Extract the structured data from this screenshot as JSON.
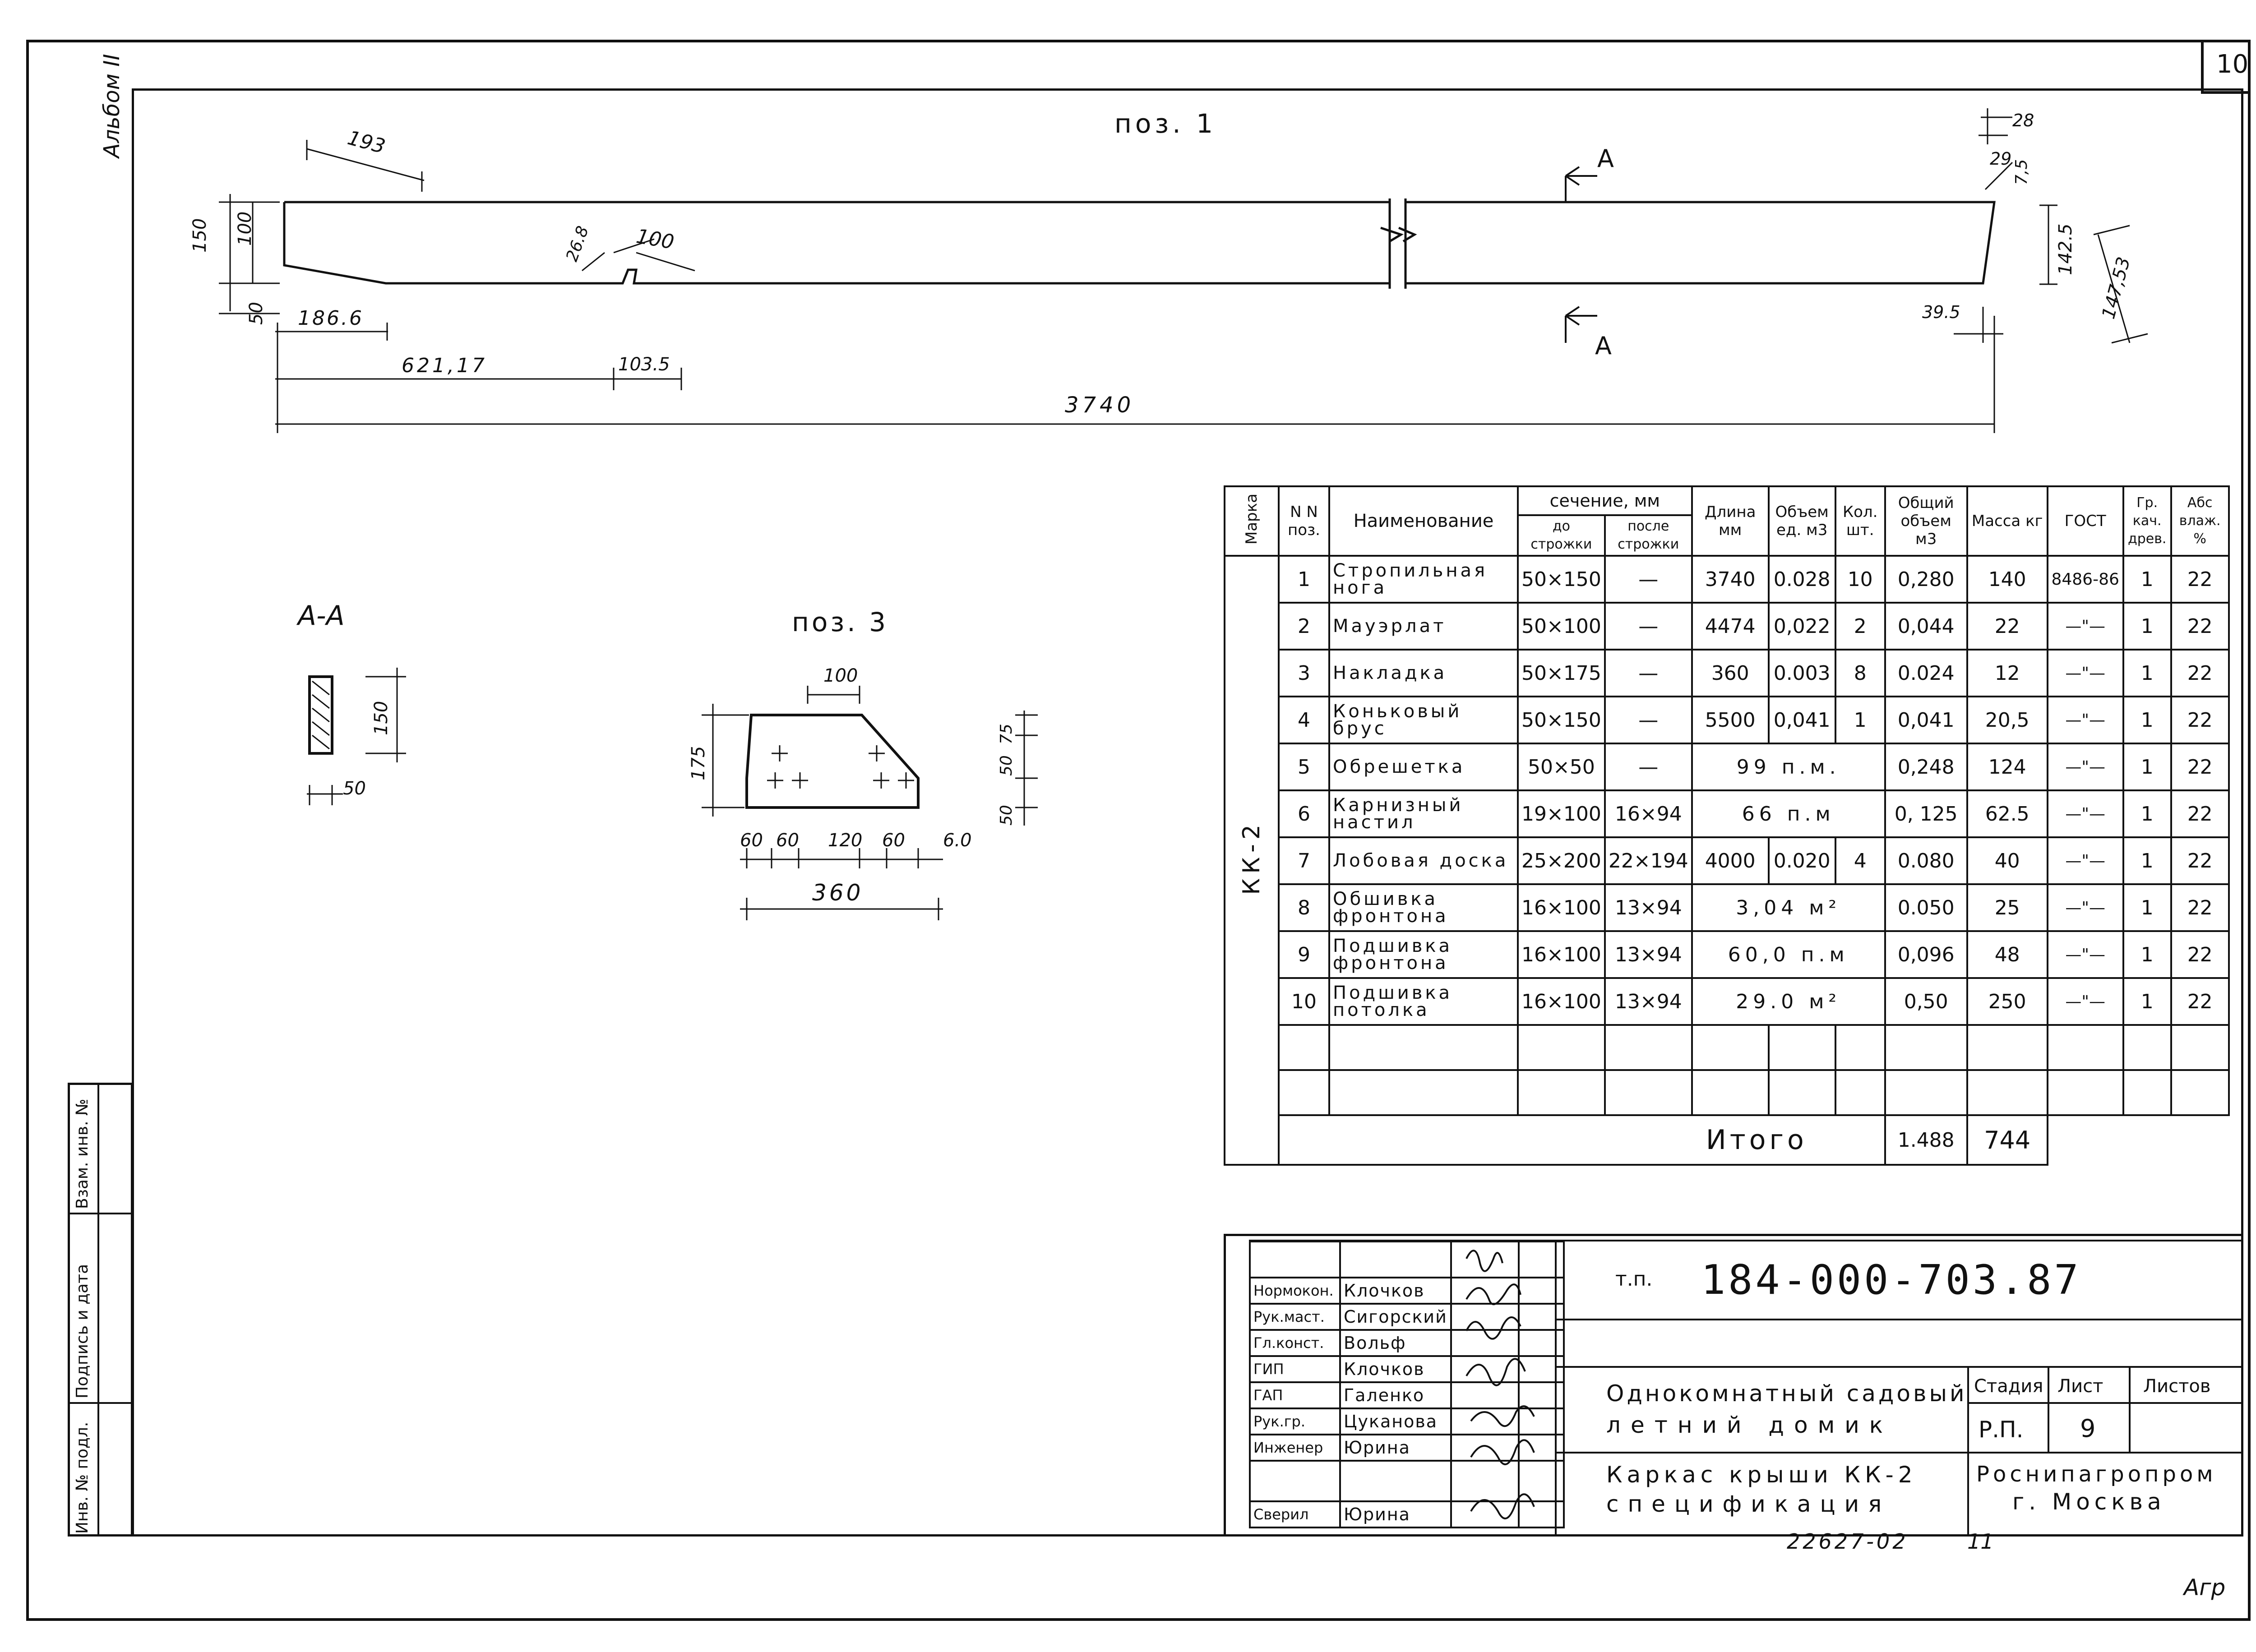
{
  "sheet_number": "10",
  "album_label": "Альбом II",
  "drawing": {
    "pos1_title": "поз. 1",
    "dims_pos1": {
      "d193": "193",
      "d150": "150",
      "d100": "100",
      "d50": "50",
      "d26_8": "26.8",
      "d100b": "100",
      "d186_6": "186.6",
      "d621": "621,17",
      "d103_5": "103.5",
      "d3740": "3740",
      "d28": "28",
      "d29": "29",
      "d7_5": "7,5",
      "d142_5": "142.5",
      "d147_53": "147,53",
      "d39_5": "39.5"
    },
    "section_marker": "А",
    "section_title": "А-А",
    "section_dims": {
      "h": "150",
      "w": "50"
    },
    "pos3_title": "поз. 3",
    "pos3_dims": {
      "top": "100",
      "height": "175",
      "r75": "75",
      "r50": "50",
      "r50b": "50",
      "b60a": "60",
      "b60b": "60",
      "b120": "120",
      "b60c": "60",
      "b60d": "6.0",
      "total": "360"
    }
  },
  "spec_table": {
    "headers": {
      "marka": "Марка",
      "pos": "N N поз.",
      "name": "Наименование",
      "section": "сечение, мм",
      "before": "до строжки",
      "after": "после строжки",
      "length": "Длина мм",
      "vol_unit": "Объем ед. м3",
      "qty": "Кол. шт.",
      "vol_total": "Общий объем м3",
      "mass": "Масса кг",
      "gost": "ГОСТ",
      "grade": "Гр. кач. древ.",
      "moist": "Абс влаж. %"
    },
    "marka_value": "КК-2",
    "rows": [
      {
        "pos": "1",
        "name": "Стропильная нога",
        "before": "50×150",
        "after": "—",
        "length": "3740",
        "vol": "0.028",
        "qty": "10",
        "total": "0,280",
        "mass": "140",
        "gost": "8486-86",
        "grade": "1",
        "moist": "22"
      },
      {
        "pos": "2",
        "name": "Мауэрлат",
        "before": "50×100",
        "after": "—",
        "length": "4474",
        "vol": "0,022",
        "qty": "2",
        "total": "0,044",
        "mass": "22",
        "gost": "—\"—",
        "grade": "1",
        "moist": "22"
      },
      {
        "pos": "3",
        "name": "Накладка",
        "before": "50×175",
        "after": "—",
        "length": "360",
        "vol": "0.003",
        "qty": "8",
        "total": "0.024",
        "mass": "12",
        "gost": "—\"—",
        "grade": "1",
        "moist": "22"
      },
      {
        "pos": "4",
        "name": "Коньковый брус",
        "before": "50×150",
        "after": "—",
        "length": "5500",
        "vol": "0,041",
        "qty": "1",
        "total": "0,041",
        "mass": "20,5",
        "gost": "—\"—",
        "grade": "1",
        "moist": "22"
      },
      {
        "pos": "5",
        "name": "Обрешетка",
        "before": "50×50",
        "after": "—",
        "merged": "99 п.м.",
        "total": "0,248",
        "mass": "124",
        "gost": "—\"—",
        "grade": "1",
        "moist": "22"
      },
      {
        "pos": "6",
        "name": "Карнизный настил",
        "before": "19×100",
        "after": "16×94",
        "merged": "66 п.м",
        "total": "0, 125",
        "mass": "62.5",
        "gost": "—\"—",
        "grade": "1",
        "moist": "22"
      },
      {
        "pos": "7",
        "name": "Лобовая доска",
        "before": "25×200",
        "after": "22×194",
        "length": "4000",
        "vol": "0.020",
        "qty": "4",
        "total": "0.080",
        "mass": "40",
        "gost": "—\"—",
        "grade": "1",
        "moist": "22"
      },
      {
        "pos": "8",
        "name": "Обшивка фронтона",
        "before": "16×100",
        "after": "13×94",
        "merged": "3,04 м²",
        "total": "0.050",
        "mass": "25",
        "gost": "—\"—",
        "grade": "1",
        "moist": "22"
      },
      {
        "pos": "9",
        "name": "Подшивка фронтона",
        "before": "16×100",
        "after": "13×94",
        "merged": "60,0 п.м",
        "total": "0,096",
        "mass": "48",
        "gost": "—\"—",
        "grade": "1",
        "moist": "22"
      },
      {
        "pos": "10",
        "name": "Подшивка потолка",
        "before": "16×100",
        "after": "13×94",
        "merged": "29.0 м²",
        "total": "0,50",
        "mass": "250",
        "gost": "—\"—",
        "grade": "1",
        "moist": "22"
      }
    ],
    "total_label": "Итого",
    "total_volume": "1.488",
    "total_mass": "744"
  },
  "title_block": {
    "roles": [
      {
        "role": "Нормокон.",
        "name": "Клочков"
      },
      {
        "role": "Рук.маст.",
        "name": "Сигорский"
      },
      {
        "role": "Гл.конст.",
        "name": "Вольф"
      },
      {
        "role": "ГИП",
        "name": "Клочков"
      },
      {
        "role": "ГАП",
        "name": "Галенко"
      },
      {
        "role": "Рук.гр.",
        "name": "Цуканова"
      },
      {
        "role": "Инженер",
        "name": "Юрина"
      },
      {
        "role": "",
        "name": ""
      },
      {
        "role": "Сверил",
        "name": "Юрина"
      }
    ],
    "tp_label": "т.п.",
    "tp_number": "184-000-703.87",
    "project_line1": "Однокомнатный садовый",
    "project_line2": "летний домик",
    "stage_label": "Стадия",
    "sheet_label": "Лист",
    "sheets_label": "Листов",
    "stage_value": "Р.П.",
    "sheet_value": "9",
    "subject_line1": "Каркас крыши КК-2",
    "subject_line2": "спецификация",
    "org_line1": "Роснипагропром",
    "org_line2": "г. Москва"
  },
  "side_stamp": {
    "inv_podl": "Инв. № подл.",
    "podpis": "Подпись и дата",
    "vzam": "Взам. инв. №"
  },
  "footer": {
    "code": "22627-02",
    "page": "11",
    "initials": "Агр"
  }
}
